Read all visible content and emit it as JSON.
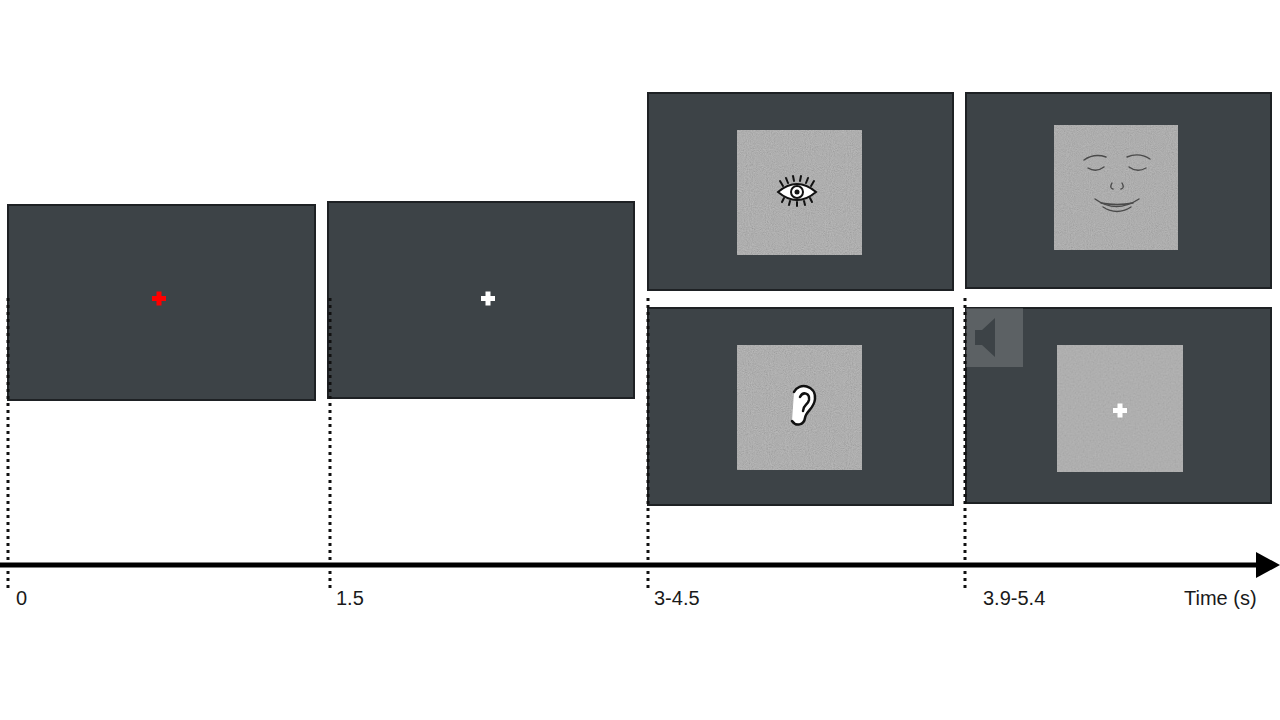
{
  "diagram": {
    "labels": [
      "0",
      "1.5",
      "3-4.5",
      "3.9-5.4",
      "Time (s)"
    ]
  }
}
